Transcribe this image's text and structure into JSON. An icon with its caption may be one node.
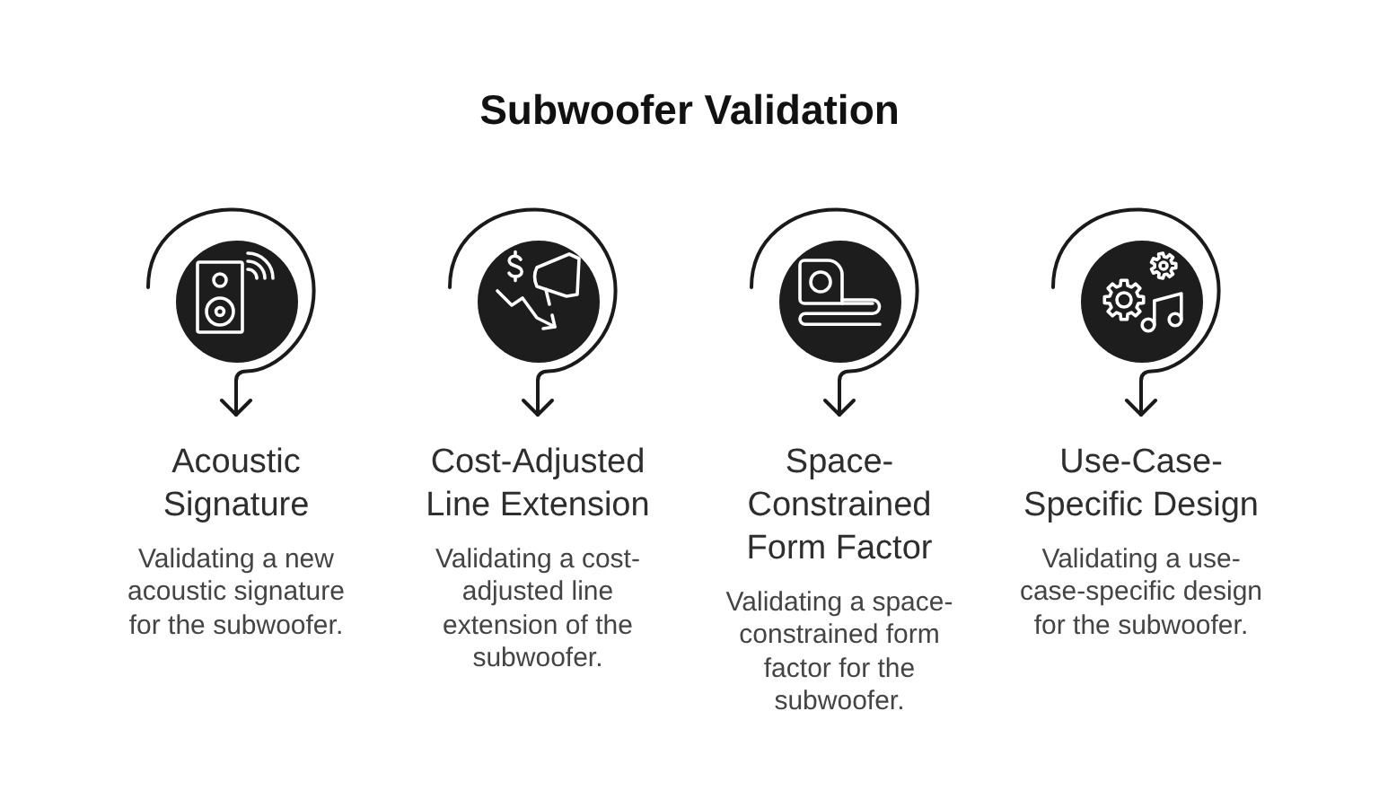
{
  "diagram": {
    "title": "Subwoofer Validation",
    "nodes": [
      {
        "text": [
          "Acoustic Signature",
          "Validating a new acoustic signature for the subwoofer."
        ]
      },
      {
        "text": [
          "Cost-Adjusted Line Extension",
          "Validating a cost-adjusted line extension of the subwoofer."
        ]
      },
      {
        "text": [
          "Space-Constrained Form Factor",
          "Validating a space-constrained form factor for the subwoofer."
        ]
      },
      {
        "text": [
          "Use-Case-Specific Design",
          "Validating a use-case-specific design for the subwoofer."
        ]
      }
    ],
    "edges": [
      {
        "from": null,
        "to": 0,
        "arrow": "to"
      },
      {
        "from": null,
        "to": 1,
        "arrow": "to"
      },
      {
        "from": null,
        "to": 2,
        "arrow": "to"
      },
      {
        "from": null,
        "to": 3,
        "arrow": "to"
      }
    ]
  }
}
